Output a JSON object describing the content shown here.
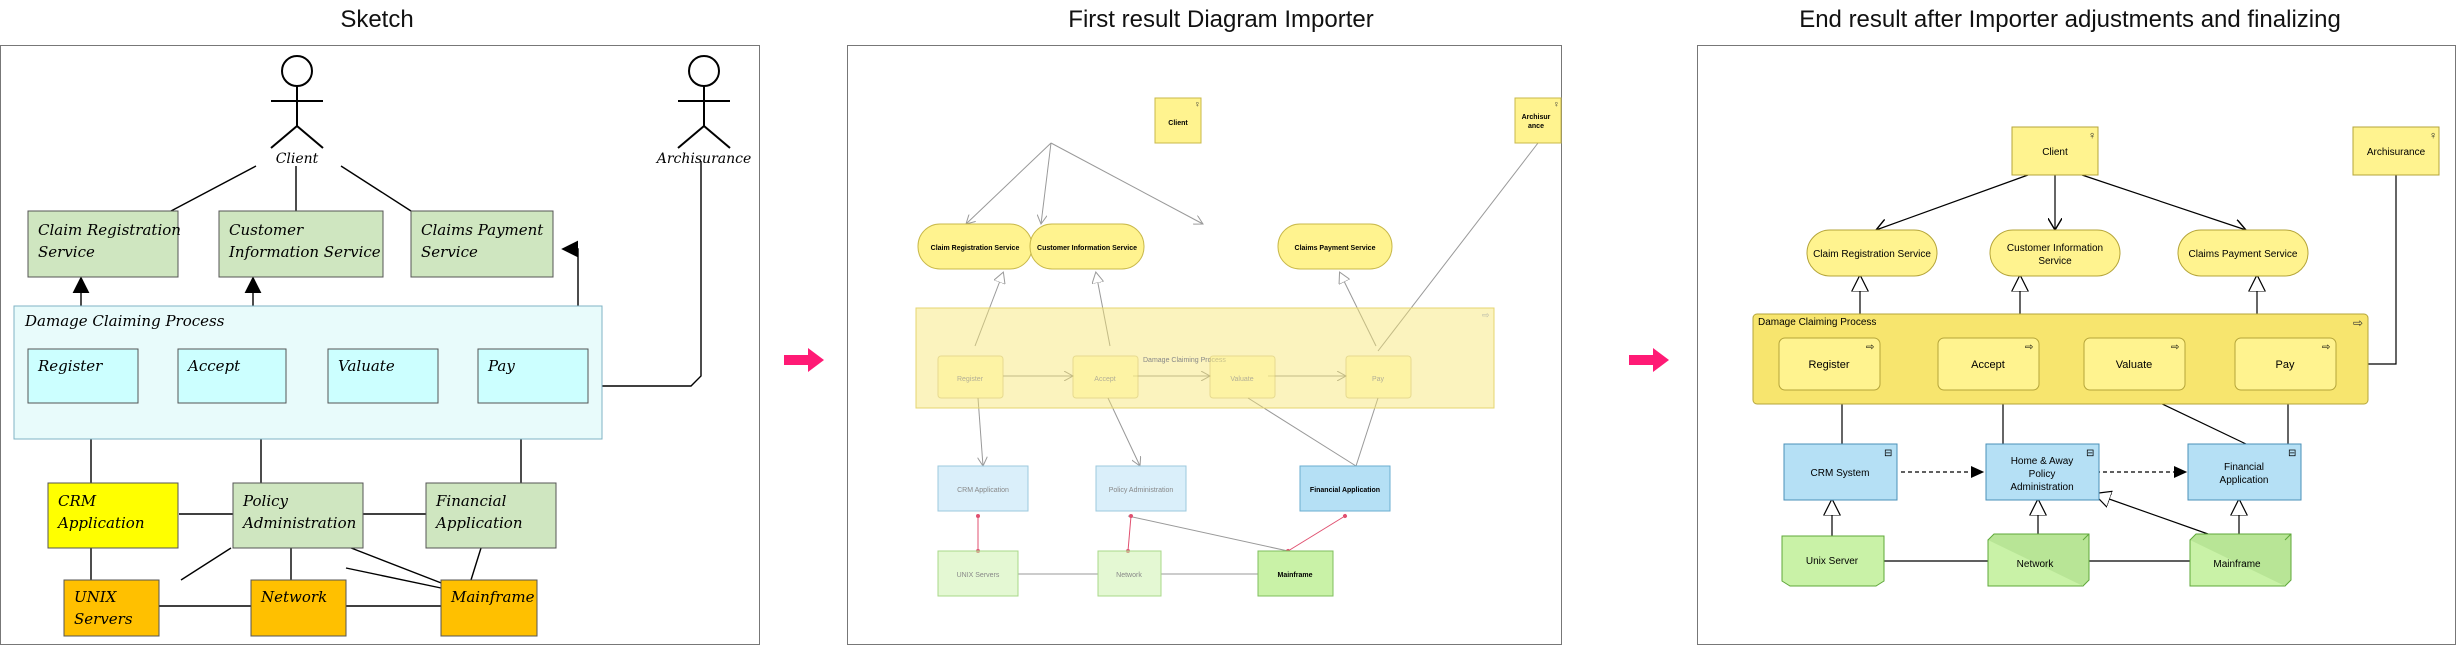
{
  "titles": {
    "sketch": "Sketch",
    "first": "First result Diagram Importer",
    "final": "End result after Importer adjustments and finalizing"
  },
  "sketch": {
    "actors": {
      "client": "Client",
      "archisurance": "Archisurance"
    },
    "services": {
      "claim_reg": [
        "Claim Registration",
        "Service"
      ],
      "customer_info": [
        "Customer",
        "Information Service"
      ],
      "claims_payment": [
        "Claims Payment",
        "Service"
      ]
    },
    "process_group": "Damage Claiming Process",
    "steps": {
      "register": "Register",
      "accept": "Accept",
      "valuate": "Valuate",
      "pay": "Pay"
    },
    "apps": {
      "crm": [
        "CRM",
        "Application"
      ],
      "policy": [
        "Policy",
        "Administration"
      ],
      "financial": [
        "Financial",
        "Application"
      ]
    },
    "infra": {
      "unix": [
        "UNIX",
        "Servers"
      ],
      "network": "Network",
      "mainframe": "Mainframe"
    }
  },
  "first": {
    "client": "Client",
    "archisurance": [
      "Archisur",
      "ance"
    ],
    "claim_reg": "Claim Registration Service",
    "customer_info": "Customer Information Service",
    "claims_payment": "Claims Payment Service",
    "process_group": "Damage Claiming Process",
    "register": "Register",
    "accept": "Accept",
    "valuate": "Valuate",
    "pay": "Pay",
    "crm": "CRM Application",
    "policy": "Policy Administration",
    "financial": "Financial Application",
    "unix": "UNIX Servers",
    "network": "Network",
    "mainframe": "Mainframe"
  },
  "final": {
    "client": "Client",
    "archisurance": "Archisurance",
    "claim_reg": "Claim Registration Service",
    "customer_info": [
      "Customer Information",
      "Service"
    ],
    "claims_payment": "Claims Payment Service",
    "process_group": "Damage Claiming Process",
    "register": "Register",
    "accept": "Accept",
    "valuate": "Valuate",
    "pay": "Pay",
    "crm": "CRM System",
    "policy": [
      "Home & Away",
      "Policy",
      "Administration"
    ],
    "financial": [
      "Financial",
      "Application"
    ],
    "unix": "Unix Server",
    "network": "Network",
    "mainframe": "Mainframe"
  },
  "colors": {
    "sketch_service": "#cfe6c0",
    "sketch_process": "#ccffff",
    "sketch_group": "#e8fbfb",
    "sketch_app_yellow": "#ffff00",
    "sketch_infra": "#ffc000",
    "archi_business": "#fff38f",
    "archi_business_group": "#f7e56e",
    "archi_app": "#b5e0f5",
    "archi_tech": "#c9f2a7",
    "transition_arrow": "#ff1a75"
  }
}
